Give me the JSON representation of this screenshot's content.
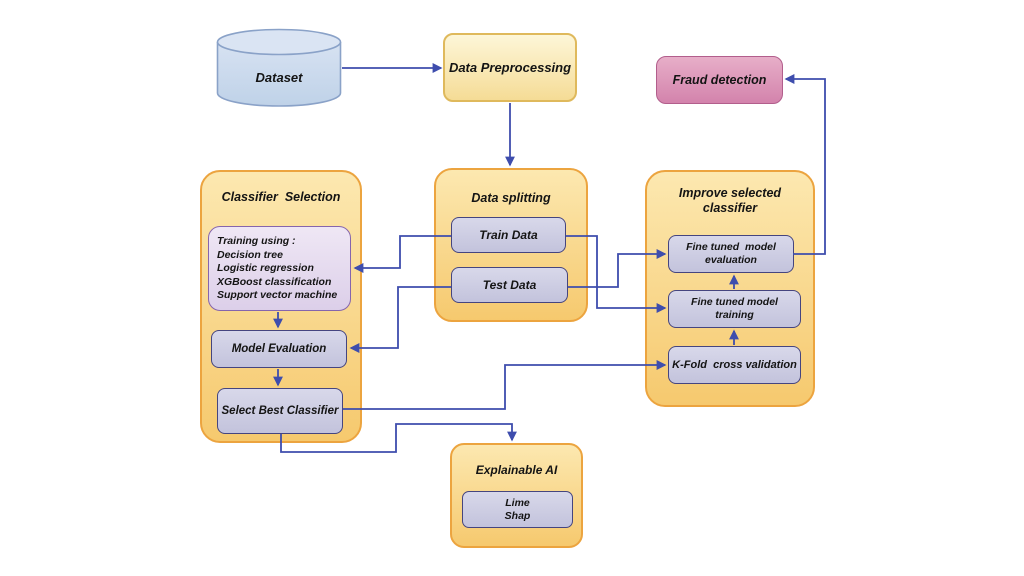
{
  "diagram": {
    "dataset": {
      "label": "Dataset"
    },
    "preprocessing": {
      "label": "Data Preprocessing"
    },
    "fraud": {
      "label": "Fraud detection"
    },
    "classifier_selection": {
      "title": "Classifier  Selection",
      "training_box": {
        "lines": [
          "Training using :",
          "Decision tree",
          "Logistic regression",
          "XGBoost classification",
          "Support vector machine"
        ]
      },
      "model_evaluation": {
        "label": "Model Evaluation"
      },
      "select_best": {
        "label": "Select Best Classifier"
      }
    },
    "data_splitting": {
      "title": "Data splitting",
      "train_data": {
        "label": "Train Data"
      },
      "test_data": {
        "label": "Test Data"
      }
    },
    "improve_classifier": {
      "title_line1": "Improve selected",
      "title_line2": "classifier",
      "fine_tuned_evaluation": {
        "line1": "Fine tuned  model",
        "line2": "evaluation"
      },
      "fine_tuned_training": {
        "line1": "Fine tuned model",
        "line2": "training"
      },
      "kfold": {
        "label": "K-Fold  cross validation"
      }
    },
    "explainable_ai": {
      "title": "Explainable AI",
      "lime_shap": {
        "line1": "Lime",
        "line2": "Shap"
      }
    },
    "colors": {
      "arrow": "#3e4dad",
      "text": "#141414",
      "container_fill_top": "#fce8b0",
      "container_fill_bottom": "#f6c96e",
      "container_border": "#eca43f",
      "box_fill_top": "#d8d8ea",
      "box_fill_bottom": "#c3c3dc",
      "box_border": "#45457f",
      "training_fill_top": "#efe7f5",
      "training_fill_bottom": "#dccfe9",
      "training_border": "#8565ad",
      "yellow_fill_top": "#fdf6d8",
      "yellow_fill_bottom": "#f5dc96",
      "yellow_border": "#dfb95c",
      "pink_fill_top": "#e7aec8",
      "pink_fill_bottom": "#d383ac",
      "pink_border": "#b25e8c",
      "cylinder_fill_top": "#d7e2f2",
      "cylinder_fill_bottom": "#bfd2e8",
      "cylinder_top_fill": "#dae4f3",
      "cylinder_border": "#8aa2c8"
    }
  }
}
